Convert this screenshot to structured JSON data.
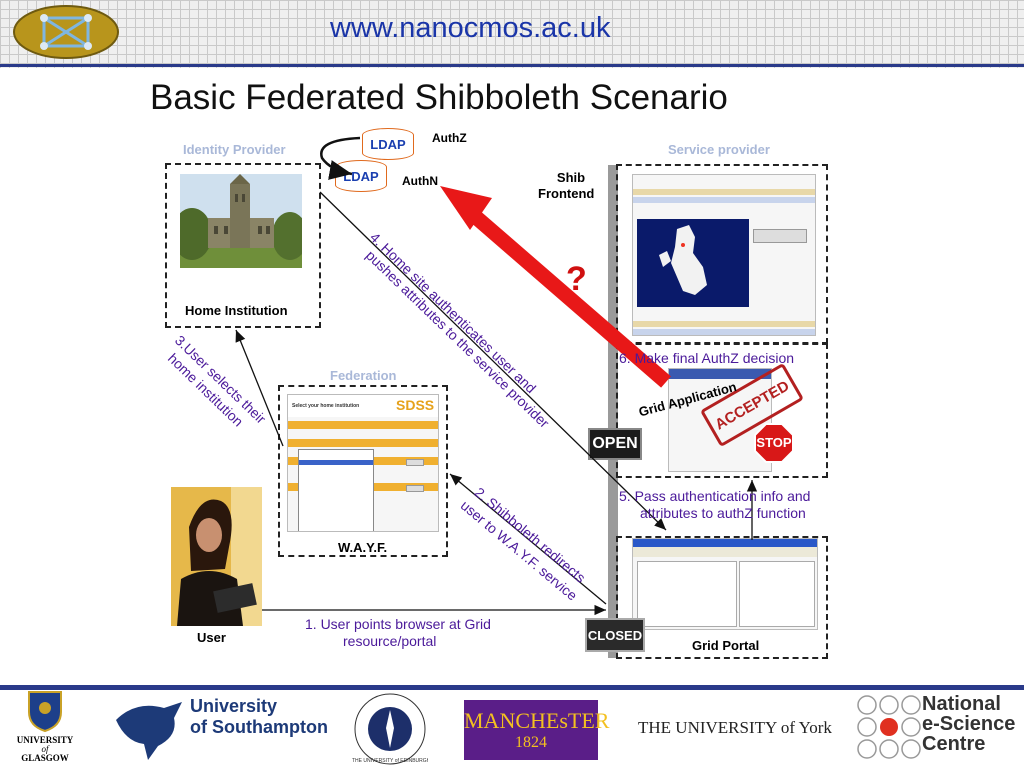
{
  "header": {
    "site_url": "www.nanocmos.ac.uk"
  },
  "slide": {
    "title": "Basic Federated Shibboleth Scenario"
  },
  "labels": {
    "identity_provider": "Identity Provider",
    "service_provider": "Service provider",
    "federation": "Federation",
    "home_institution": "Home Institution",
    "wayf": "W.A.Y.F.",
    "user": "User",
    "grid_portal": "Grid Portal",
    "grid_application": "Grid Application",
    "shib_frontend_line1": "Shib",
    "shib_frontend_line2": "Frontend",
    "authz": "AuthZ",
    "authn": "AuthN",
    "ldap_top": "LDAP",
    "ldap_bottom": "LDAP",
    "question": "?"
  },
  "steps": {
    "step1_line1": "1. User points browser at Grid",
    "step1_line2": "resource/portal",
    "step2_line1": "2. Shibboleth redirects",
    "step2_line2": "user to W.A.Y.F. service",
    "step3_line1": "3.User selects their",
    "step3_line2": "home institution",
    "step4_line1": "4. Home site authenticates user and",
    "step4_line2": "pushes attributes to the service provider",
    "step5_line1": "5. Pass authentication info and",
    "step5_line2": "attributes to authZ function",
    "step6": "6. Make final AuthZ decision"
  },
  "signs": {
    "open": "OPEN",
    "closed": "CLOSED",
    "stop": "STOP",
    "accepted": "ACCEPTED"
  },
  "wayf_screen": {
    "title": "Select your home institution",
    "brand": "SDSS"
  },
  "footer": {
    "glasgow_line1": "UNIVERSITY",
    "glasgow_line2": "of",
    "glasgow_line3": "GLASGOW",
    "southampton_line1": "University",
    "southampton_line2": "of Southampton",
    "edinburgh": "THE UNIVERSITY of EDINBURGH",
    "manchester_line1": "MANCHEsTER",
    "manchester_line2": "1824",
    "york": "THE UNIVERSITY of York",
    "nesc_line1": "National",
    "nesc_line2": "e-Science",
    "nesc_line3": "Centre"
  },
  "colors": {
    "accent_blue": "#1a35a8",
    "purple_text": "#4b1a9a",
    "red_arrow": "#e81818",
    "ldap_border": "#e06a1e"
  }
}
